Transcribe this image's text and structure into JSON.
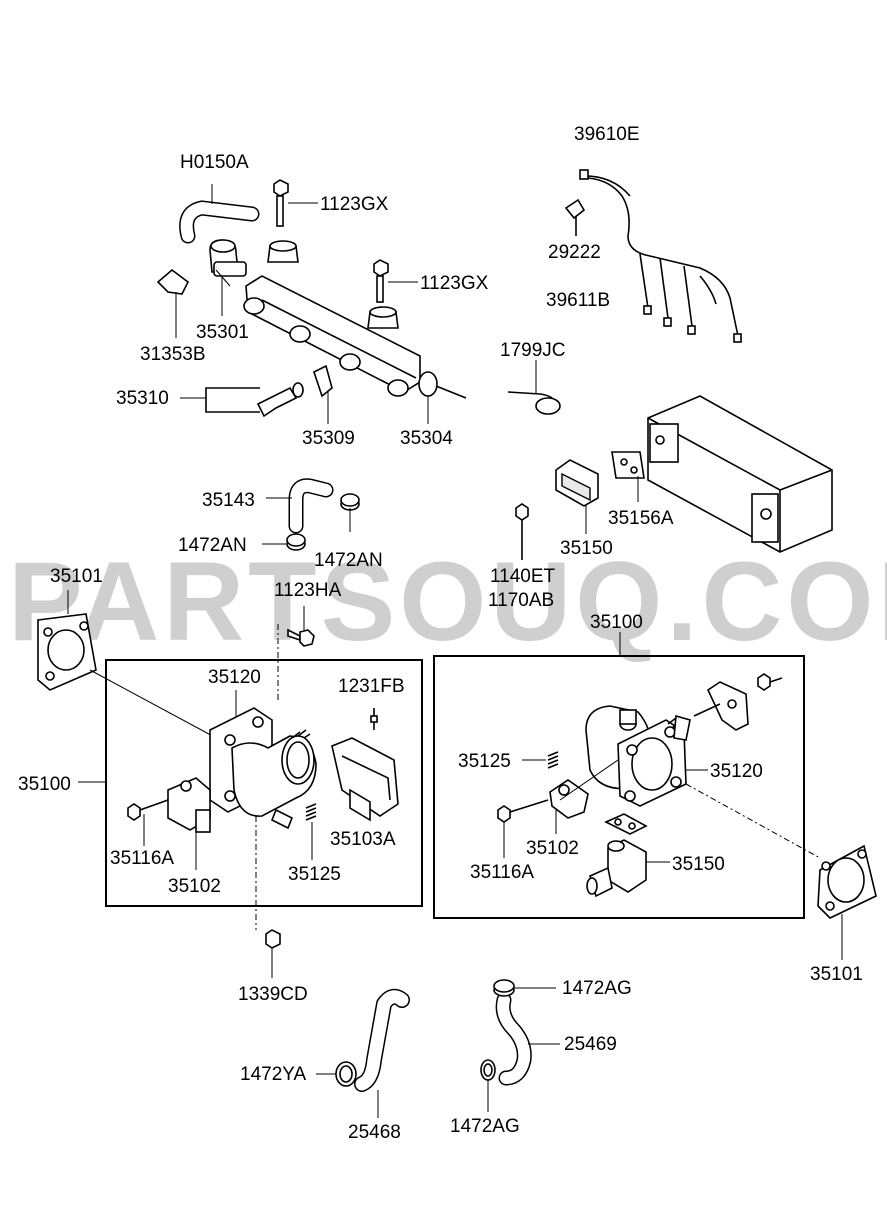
{
  "watermark": "PARTSOUQ.COM",
  "labels": {
    "l39610E": "39610E",
    "lH0150A": "H0150A",
    "l1123GX_a": "1123GX",
    "l1123GX_b": "1123GX",
    "l29222": "29222",
    "l39611B": "39611B",
    "l35301": "35301",
    "l31353B": "31353B",
    "l1799JC": "1799JC",
    "l35310": "35310",
    "l35309": "35309",
    "l35304": "35304",
    "l35143": "35143",
    "l1472AN_a": "1472AN",
    "l1472AN_b": "1472AN",
    "l35150_top": "35150",
    "l35156A": "35156A",
    "l1140ET": "1140ET",
    "l1170AB": "1170AB",
    "l35101_left": "35101",
    "l1123HA": "1123HA",
    "l35100_right": "35100",
    "l35120_left": "35120",
    "l1231FB": "1231FB",
    "l35100_left": "35100",
    "l35103A": "35103A",
    "l35116A_left": "35116A",
    "l35102_left": "35102",
    "l35125_left": "35125",
    "l35125_right": "35125",
    "l35120_right": "35120",
    "l35102_right": "35102",
    "l35116A_right": "35116A",
    "l35150_right": "35150",
    "l35101_right": "35101",
    "l1339CD": "1339CD",
    "l1472AG_top": "1472AG",
    "l25469": "25469",
    "l1472YA": "1472YA",
    "l25468": "25468",
    "l1472AG_bottom": "1472AG"
  }
}
